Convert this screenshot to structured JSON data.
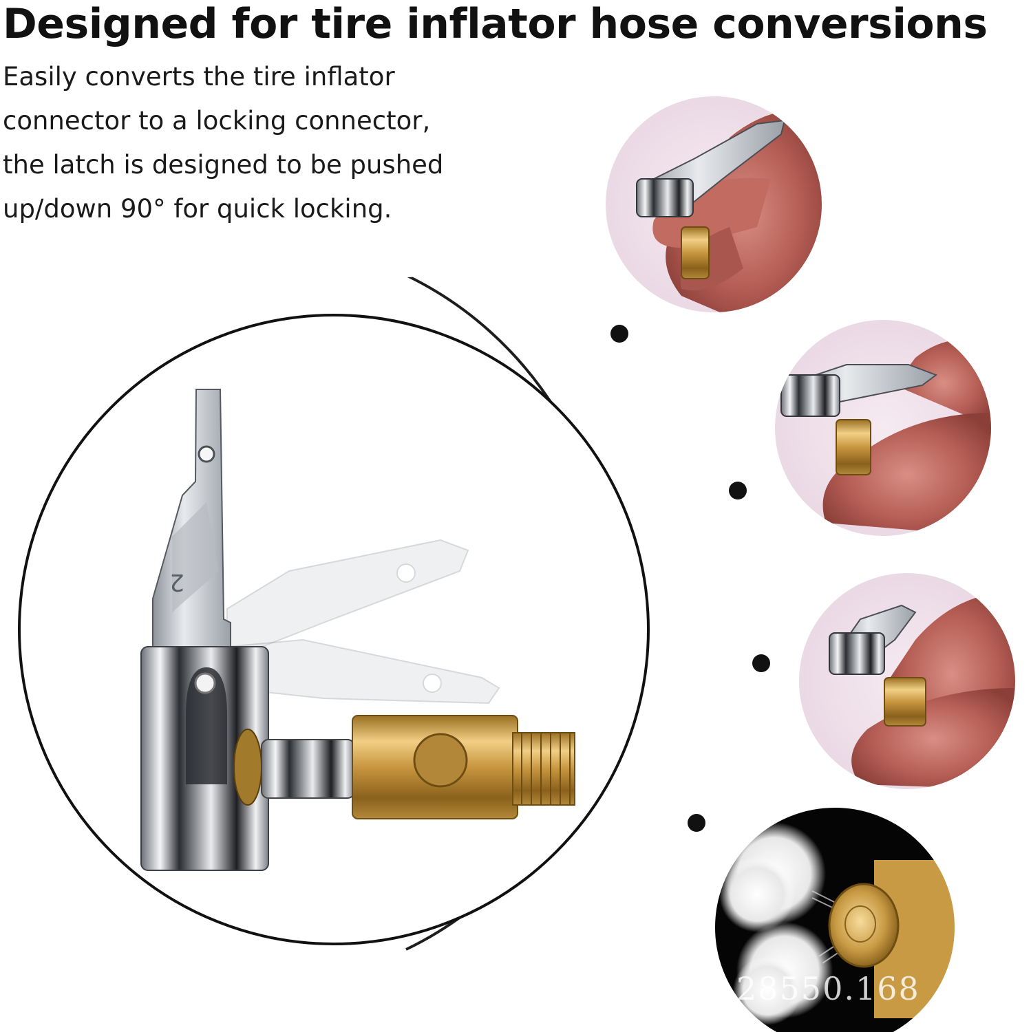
{
  "headline": "Designed for tire inflator hose conversions",
  "description_lines": [
    "Easily converts the tire inflator",
    "connector to a locking connector,",
    "the latch is designed to be pushed",
    "up/down 90° for quick locking."
  ],
  "latch_marking": "2",
  "watermark": "28550.168",
  "colors": {
    "text": "#111111",
    "chrome": "#c9ccd1",
    "brass": "#c89a44",
    "skin": "#c4736a"
  },
  "icons": {
    "connector": "chrome-lock-on-air-chuck",
    "hand": "hand-holding-chuck"
  }
}
